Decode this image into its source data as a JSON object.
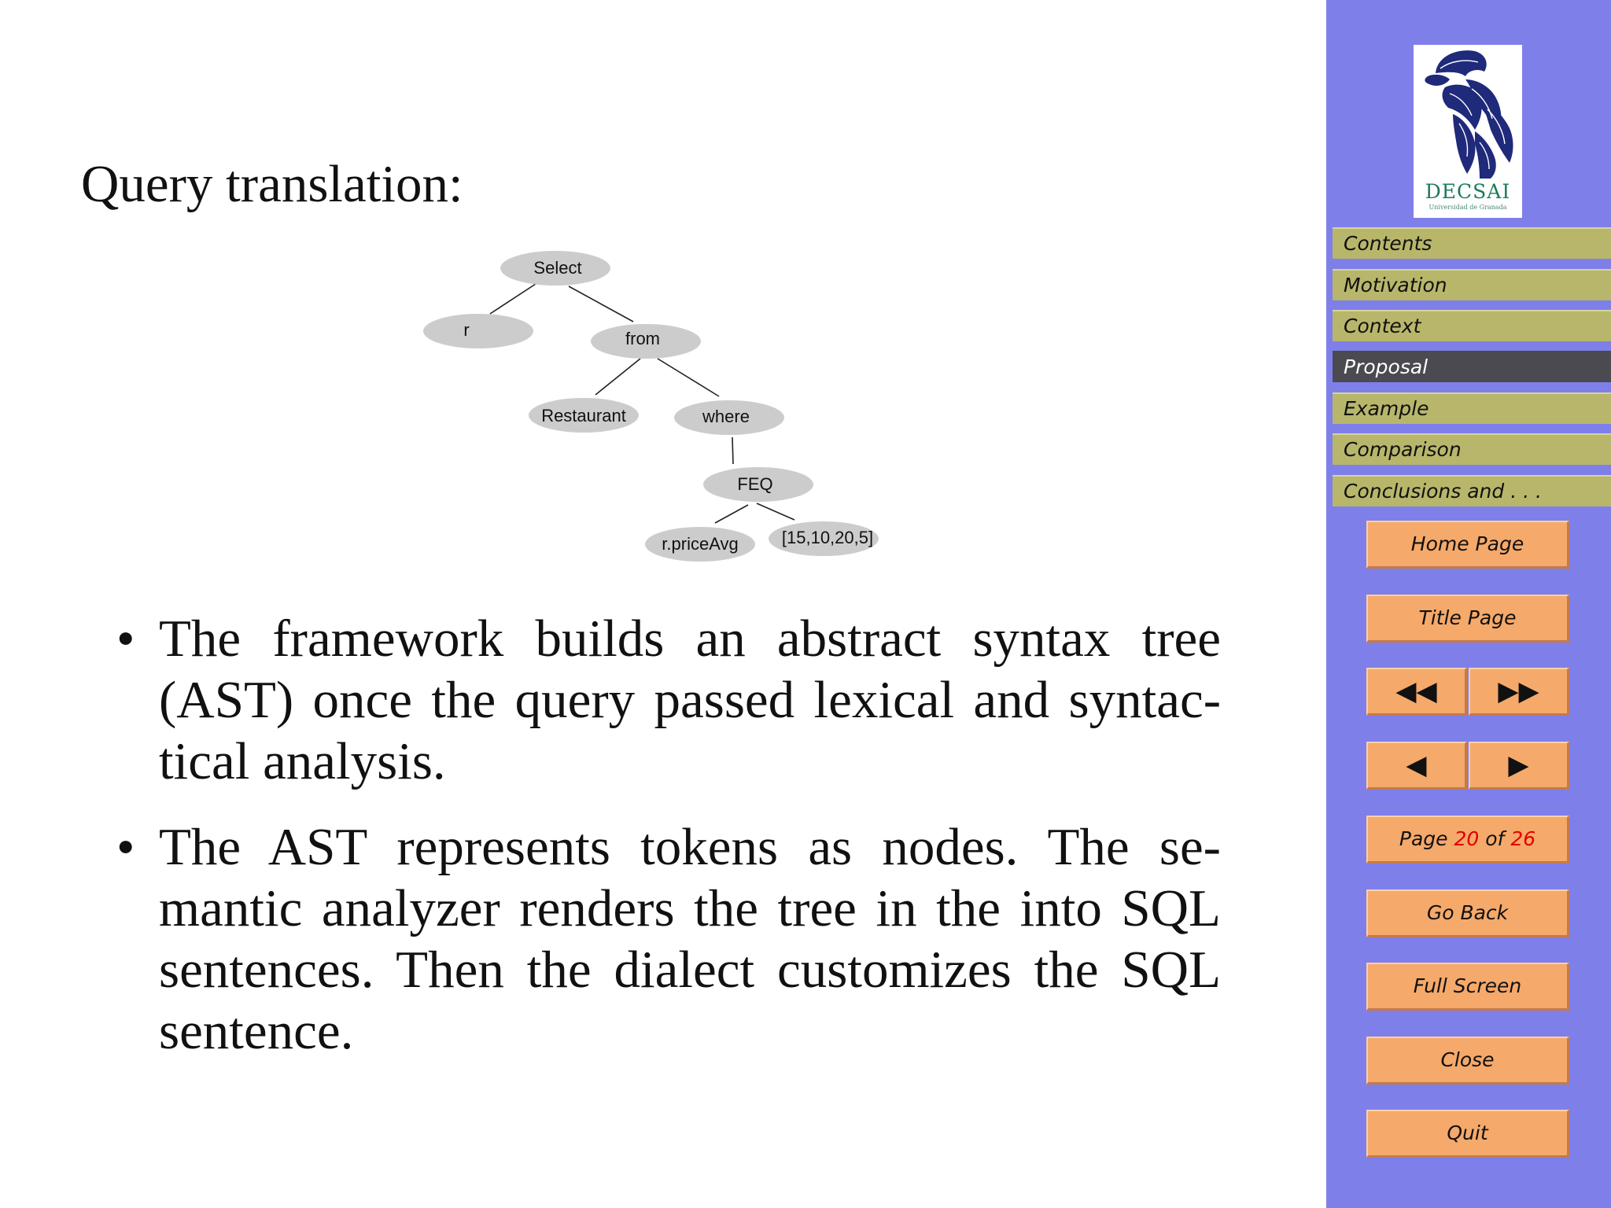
{
  "slide": {
    "heading": "Query translation:",
    "tree": {
      "nodes": {
        "select": "Select",
        "r": "r",
        "from": "from",
        "restaurant": "Restaurant",
        "where": "where",
        "feq": "FEQ",
        "price": "r.priceAvg",
        "list": "[15,10,20,5]"
      }
    },
    "bullets": [
      {
        "marker": "•",
        "text": "The framework builds an abstract syntax tree (AST) once the query passed lexical and syntac-tical analysis."
      },
      {
        "marker": "•",
        "text": "The AST represents tokens as nodes. The se-mantic analyzer renders the tree in the into SQL sentences. Then the dialect customizes the SQL sentence."
      }
    ]
  },
  "sidebar": {
    "logo": {
      "text": "DECSAI",
      "subtext": "Universidad de Granada",
      "icon": "griffin-logo-icon"
    },
    "nav": [
      {
        "label": "Contents",
        "active": false
      },
      {
        "label": "Motivation",
        "active": false
      },
      {
        "label": "Context",
        "active": false
      },
      {
        "label": "Proposal",
        "active": true
      },
      {
        "label": "Example",
        "active": false
      },
      {
        "label": "Comparison",
        "active": false
      },
      {
        "label": "Conclusions and . . .",
        "active": false
      }
    ],
    "buttons": {
      "home": "Home Page",
      "title": "Title Page",
      "fast_back_icon": "◀◀",
      "fast_forward_icon": "▶▶",
      "prev_icon": "◀",
      "next_icon": "▶",
      "page": {
        "prefix": "Page",
        "current": "20",
        "of": "of",
        "total": "26"
      },
      "go_back": "Go Back",
      "full_screen": "Full Screen",
      "close": "Close",
      "quit": "Quit"
    }
  },
  "colors": {
    "sidebar_bg": "#7f7fea",
    "nav_item_bg": "#b8b66a",
    "nav_active_bg": "#4a4a50",
    "button_bg": "#f5a96a",
    "page_number": "#e00000",
    "node_fill": "#cccccc",
    "logo_text": "#1a7a5c"
  }
}
